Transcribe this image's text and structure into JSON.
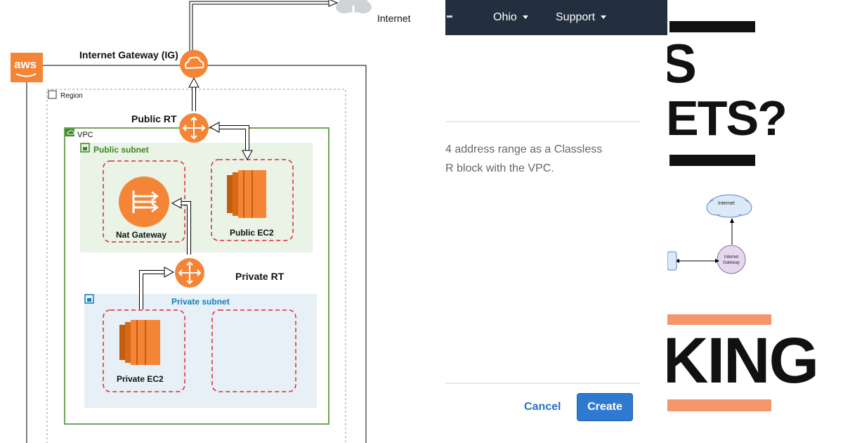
{
  "diagram": {
    "internet_label": "Internet",
    "igw_label": "Internet Gateway (IG)",
    "aws_logo_text": "aws",
    "region_label": "Region",
    "public_rt_label": "Public RT",
    "vpc_label": "VPC",
    "public_subnet_label": "Public subnet",
    "nat_gateway_label": "Nat Gateway",
    "public_ec2_label": "Public EC2",
    "private_rt_label": "Private RT",
    "private_subnet_label": "Private subnet",
    "private_ec2_label": "Private EC2",
    "colors": {
      "aws_orange": "#f58536",
      "vpc_green": "#3f8624",
      "public_subnet_bg": "#e9f3e6",
      "private_subnet_bg": "#e6f0f6",
      "private_subnet_text": "#147eba",
      "dashed_red": "#e0282e"
    }
  },
  "console": {
    "nav_items": [
      {
        "label": "Ohio",
        "icon": "caret-down-icon"
      },
      {
        "label": "Support",
        "icon": "caret-down-icon"
      }
    ],
    "description_line1": "4 address range as a Classless",
    "description_line2": "R block with the VPC.",
    "cancel_label": "Cancel",
    "create_label": "Create",
    "colors": {
      "topbar": "#232f3e",
      "link": "#2673c4",
      "primary": "#2e7ad1"
    }
  },
  "collage": {
    "text_top_fragment": "S",
    "text_question": "ETS?",
    "text_bottom": "KING",
    "mini_diagram": {
      "internet_label": "Internet",
      "gateway_label": "Internet Gateway"
    },
    "colors": {
      "orange_band": "#f4956a",
      "cloud": "#dbe9f9",
      "gateway": "#e6d8ef"
    }
  }
}
